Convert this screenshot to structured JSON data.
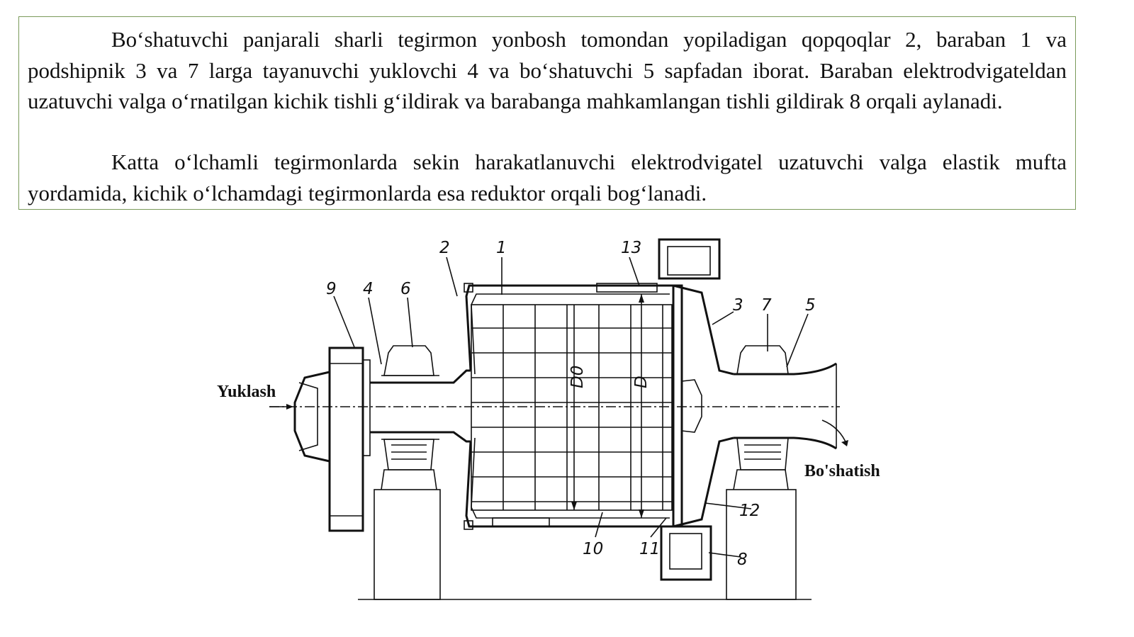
{
  "text": {
    "paragraph1": "Bo‘shatuvchi panjarali sharli tegirmon yonbosh tomondan yopiladigan qopqoqlar 2, baraban 1 va podshipnik 3 va 7 larga tayanuvchi yuklovchi 4 va bo‘shatuvchi 5 sapfadan iborat. Baraban elektrodvigateldan uzatuvchi valga o‘rnatilgan kichik tishli g‘ildirak va barabanga mahkamlangan tishli gildirak 8 orqali aylanadi.",
    "paragraph2": "Katta o‘lchamli tegirmonlarda sekin harakatlanuvchi elektrodvigatel uzatuvchi valga elastik mufta yordamida, kichik o‘lchamdagi tegirmonlarda esa reduktor orqali bog‘lanadi."
  },
  "diagram": {
    "labels": {
      "load": "Yuklash",
      "unload": "Bo'shatish",
      "d0": "D0",
      "d": "D"
    },
    "parts": {
      "n1": "1",
      "n2": "2",
      "n3": "3",
      "n4": "4",
      "n5": "5",
      "n6": "6",
      "n7": "7",
      "n8": "8",
      "n9": "9",
      "n10": "10",
      "n11": "11",
      "n12": "12",
      "n13": "13"
    }
  },
  "colors": {
    "border": "#7a9a5a",
    "ink": "#111111",
    "background": "#ffffff"
  }
}
